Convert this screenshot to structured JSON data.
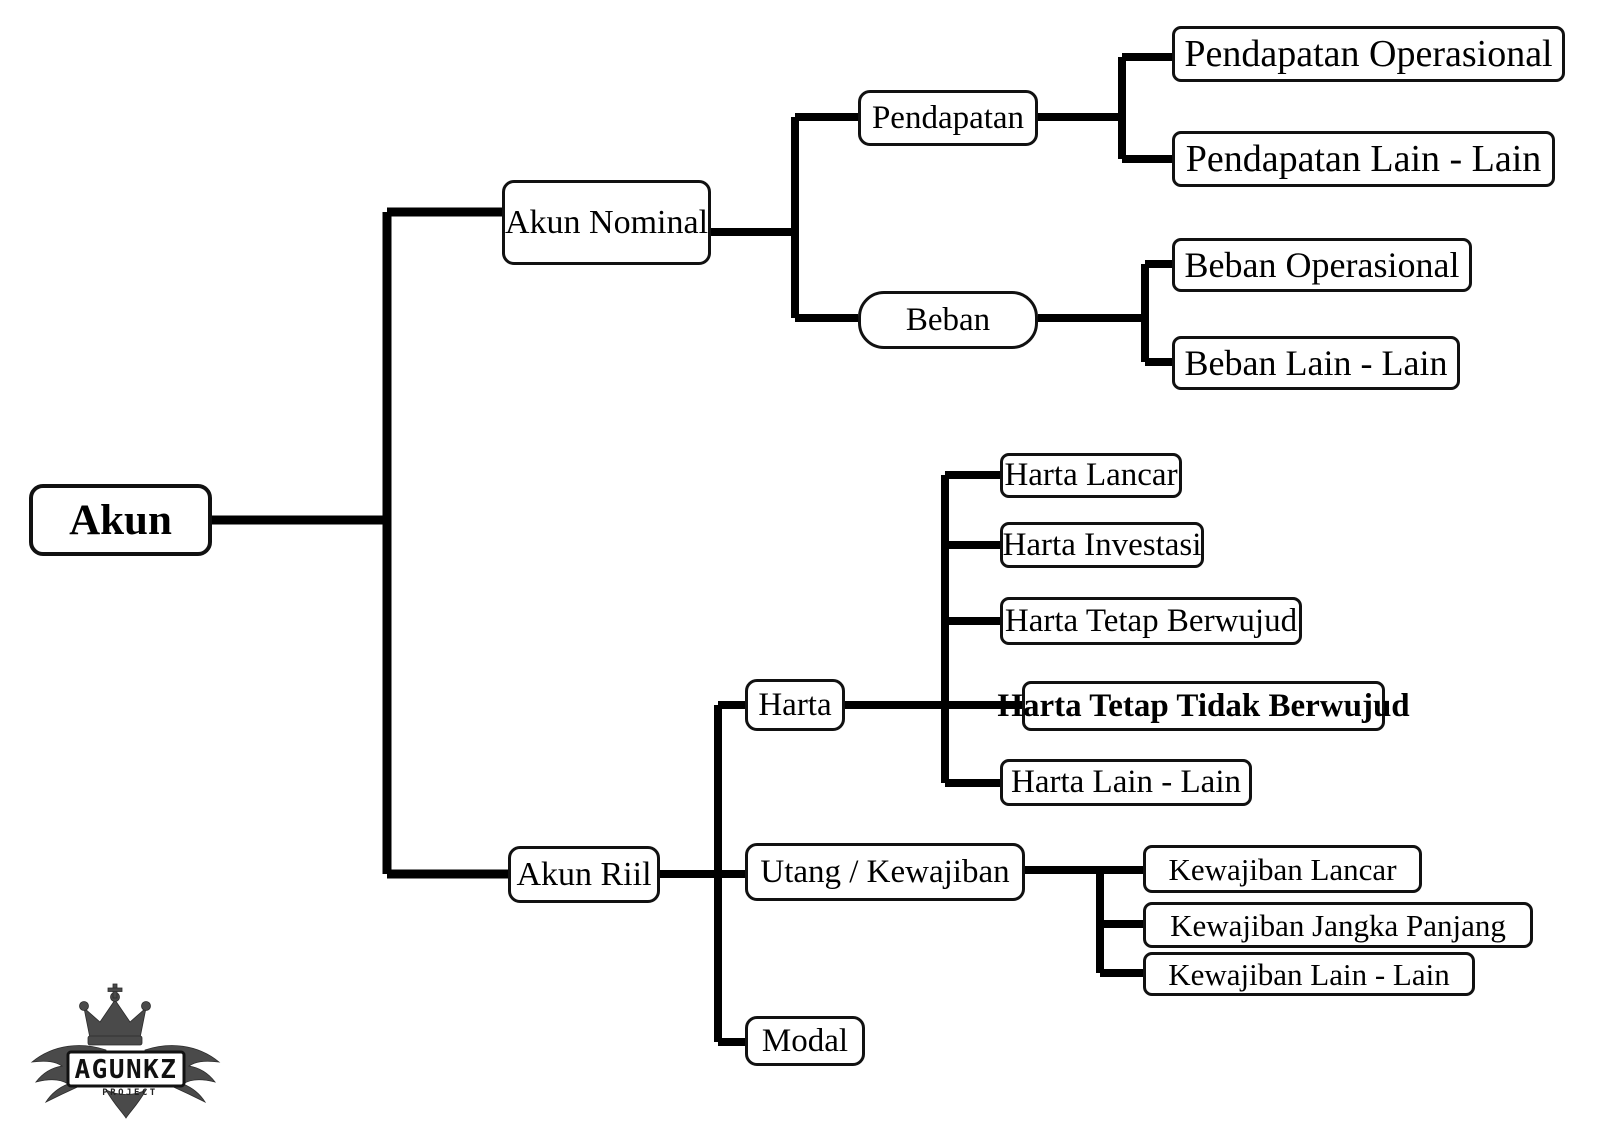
{
  "diagram": {
    "type": "tree",
    "orientation": "left-to-right",
    "background_color": "#ffffff",
    "line_color": "#000000",
    "box_border_color": "#111111",
    "root": {
      "id": "akun",
      "label": "Akun",
      "bold": true
    },
    "nodes": [
      {
        "id": "akun-nominal",
        "label": "Akun Nominal",
        "level": 1,
        "parent": "akun"
      },
      {
        "id": "akun-riil",
        "label": "Akun Riil",
        "level": 1,
        "parent": "akun"
      },
      {
        "id": "pendapatan",
        "label": "Pendapatan",
        "level": 2,
        "parent": "akun-nominal"
      },
      {
        "id": "beban",
        "label": "Beban",
        "level": 2,
        "parent": "akun-nominal"
      },
      {
        "id": "harta",
        "label": "Harta",
        "level": 2,
        "parent": "akun-riil"
      },
      {
        "id": "utang-kewajiban",
        "label": "Utang / Kewajiban",
        "level": 2,
        "parent": "akun-riil"
      },
      {
        "id": "modal",
        "label": "Modal",
        "level": 2,
        "parent": "akun-riil"
      },
      {
        "id": "pendapatan-operasional",
        "label": "Pendapatan Operasional",
        "level": 3,
        "parent": "pendapatan"
      },
      {
        "id": "pendapatan-lain-lain",
        "label": "Pendapatan Lain - Lain",
        "level": 3,
        "parent": "pendapatan"
      },
      {
        "id": "beban-operasional",
        "label": "Beban Operasional",
        "level": 3,
        "parent": "beban"
      },
      {
        "id": "beban-lain-lain",
        "label": "Beban Lain - Lain",
        "level": 3,
        "parent": "beban"
      },
      {
        "id": "harta-lancar",
        "label": "Harta Lancar",
        "level": 3,
        "parent": "harta"
      },
      {
        "id": "harta-investasi",
        "label": "Harta Investasi",
        "level": 3,
        "parent": "harta"
      },
      {
        "id": "harta-tetap-berwujud",
        "label": "Harta Tetap Berwujud",
        "level": 3,
        "parent": "harta"
      },
      {
        "id": "harta-tetap-tidak-berwujud",
        "label": "Harta Tetap Tidak Berwujud",
        "level": 3,
        "parent": "harta",
        "bold": true
      },
      {
        "id": "harta-lain-lain",
        "label": "Harta Lain - Lain",
        "level": 3,
        "parent": "harta"
      },
      {
        "id": "kewajiban-lancar",
        "label": "Kewajiban Lancar",
        "level": 3,
        "parent": "utang-kewajiban"
      },
      {
        "id": "kewajiban-jangka-panjang",
        "label": "Kewajiban Jangka Panjang",
        "level": 3,
        "parent": "utang-kewajiban"
      },
      {
        "id": "kewajiban-lain-lain",
        "label": "Kewajiban Lain - Lain",
        "level": 3,
        "parent": "utang-kewajiban"
      }
    ]
  },
  "labels": {
    "akun": "Akun",
    "akun_nominal": "Akun Nominal",
    "akun_riil": "Akun Riil",
    "pendapatan": "Pendapatan",
    "beban": "Beban",
    "harta": "Harta",
    "utang_kewajiban": "Utang / Kewajiban",
    "modal": "Modal",
    "pendapatan_operasional": "Pendapatan Operasional",
    "pendapatan_lain_lain": "Pendapatan Lain - Lain",
    "beban_operasional": "Beban Operasional",
    "beban_lain_lain": "Beban Lain - Lain",
    "harta_lancar": "Harta Lancar",
    "harta_investasi": "Harta Investasi",
    "harta_tetap_berwujud": "Harta Tetap Berwujud",
    "harta_tetap_tidak_berwujud": "Harta Tetap Tidak Berwujud",
    "harta_lain_lain": "Harta Lain - Lain",
    "kewajiban_lancar": "Kewajiban Lancar",
    "kewajiban_jangka_panjang": "Kewajiban Jangka Panjang",
    "kewajiban_lain_lain": "Kewajiban Lain - Lain"
  },
  "watermark": {
    "name": "agunkz-project-logo",
    "brand_text": "AGUNKZ",
    "sub_text": "PROJECT"
  }
}
